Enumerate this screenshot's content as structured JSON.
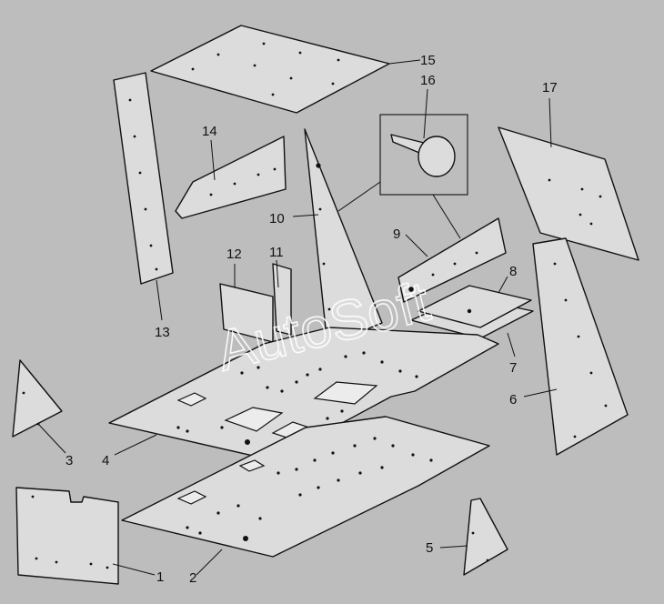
{
  "watermark": "AutoSoft",
  "callouts": {
    "c1": "1",
    "c2": "2",
    "c3": "3",
    "c4": "4",
    "c5": "5",
    "c6": "6",
    "c7": "7",
    "c8": "8",
    "c9": "9",
    "c10": "10",
    "c11": "11",
    "c12": "12",
    "c13": "13",
    "c14": "14",
    "c15": "15",
    "c16": "16",
    "c17": "17"
  },
  "colors": {
    "background": "#bdbdbd",
    "part_fill": "#dcdcdc",
    "line": "#111111"
  }
}
